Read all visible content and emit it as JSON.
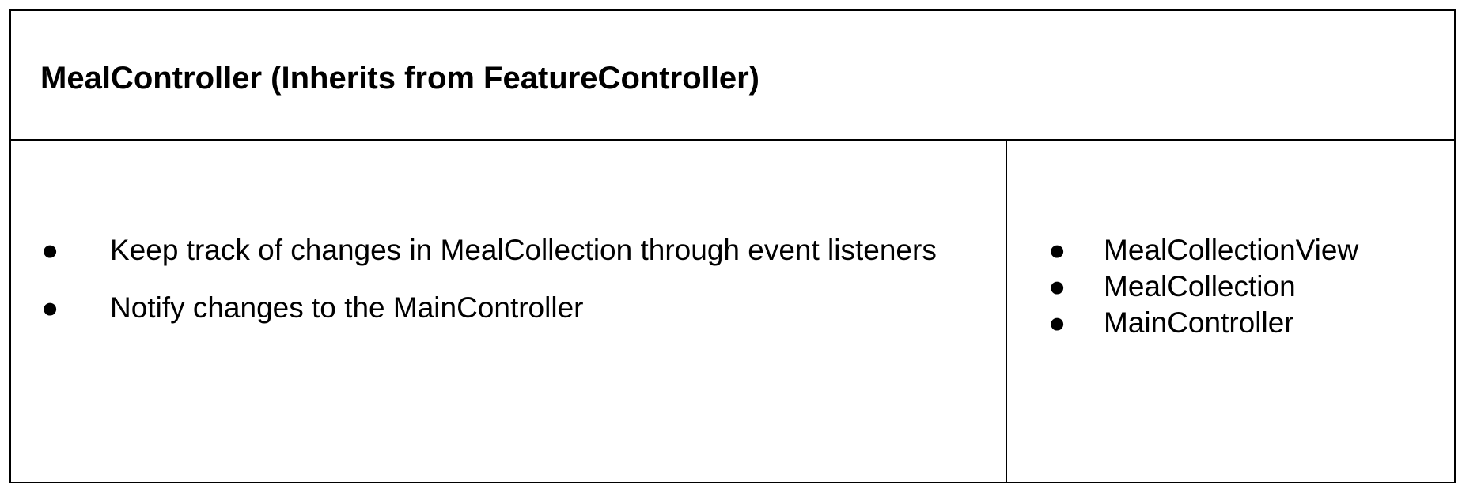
{
  "card": {
    "title": "MealController (Inherits from FeatureController)",
    "responsibilities": [
      "Keep track of changes in MealCollection through event listeners",
      "Notify changes to the MainController"
    ],
    "collaborators": [
      "MealCollectionView",
      "MealCollection",
      "MainController"
    ],
    "bullet": "●"
  }
}
